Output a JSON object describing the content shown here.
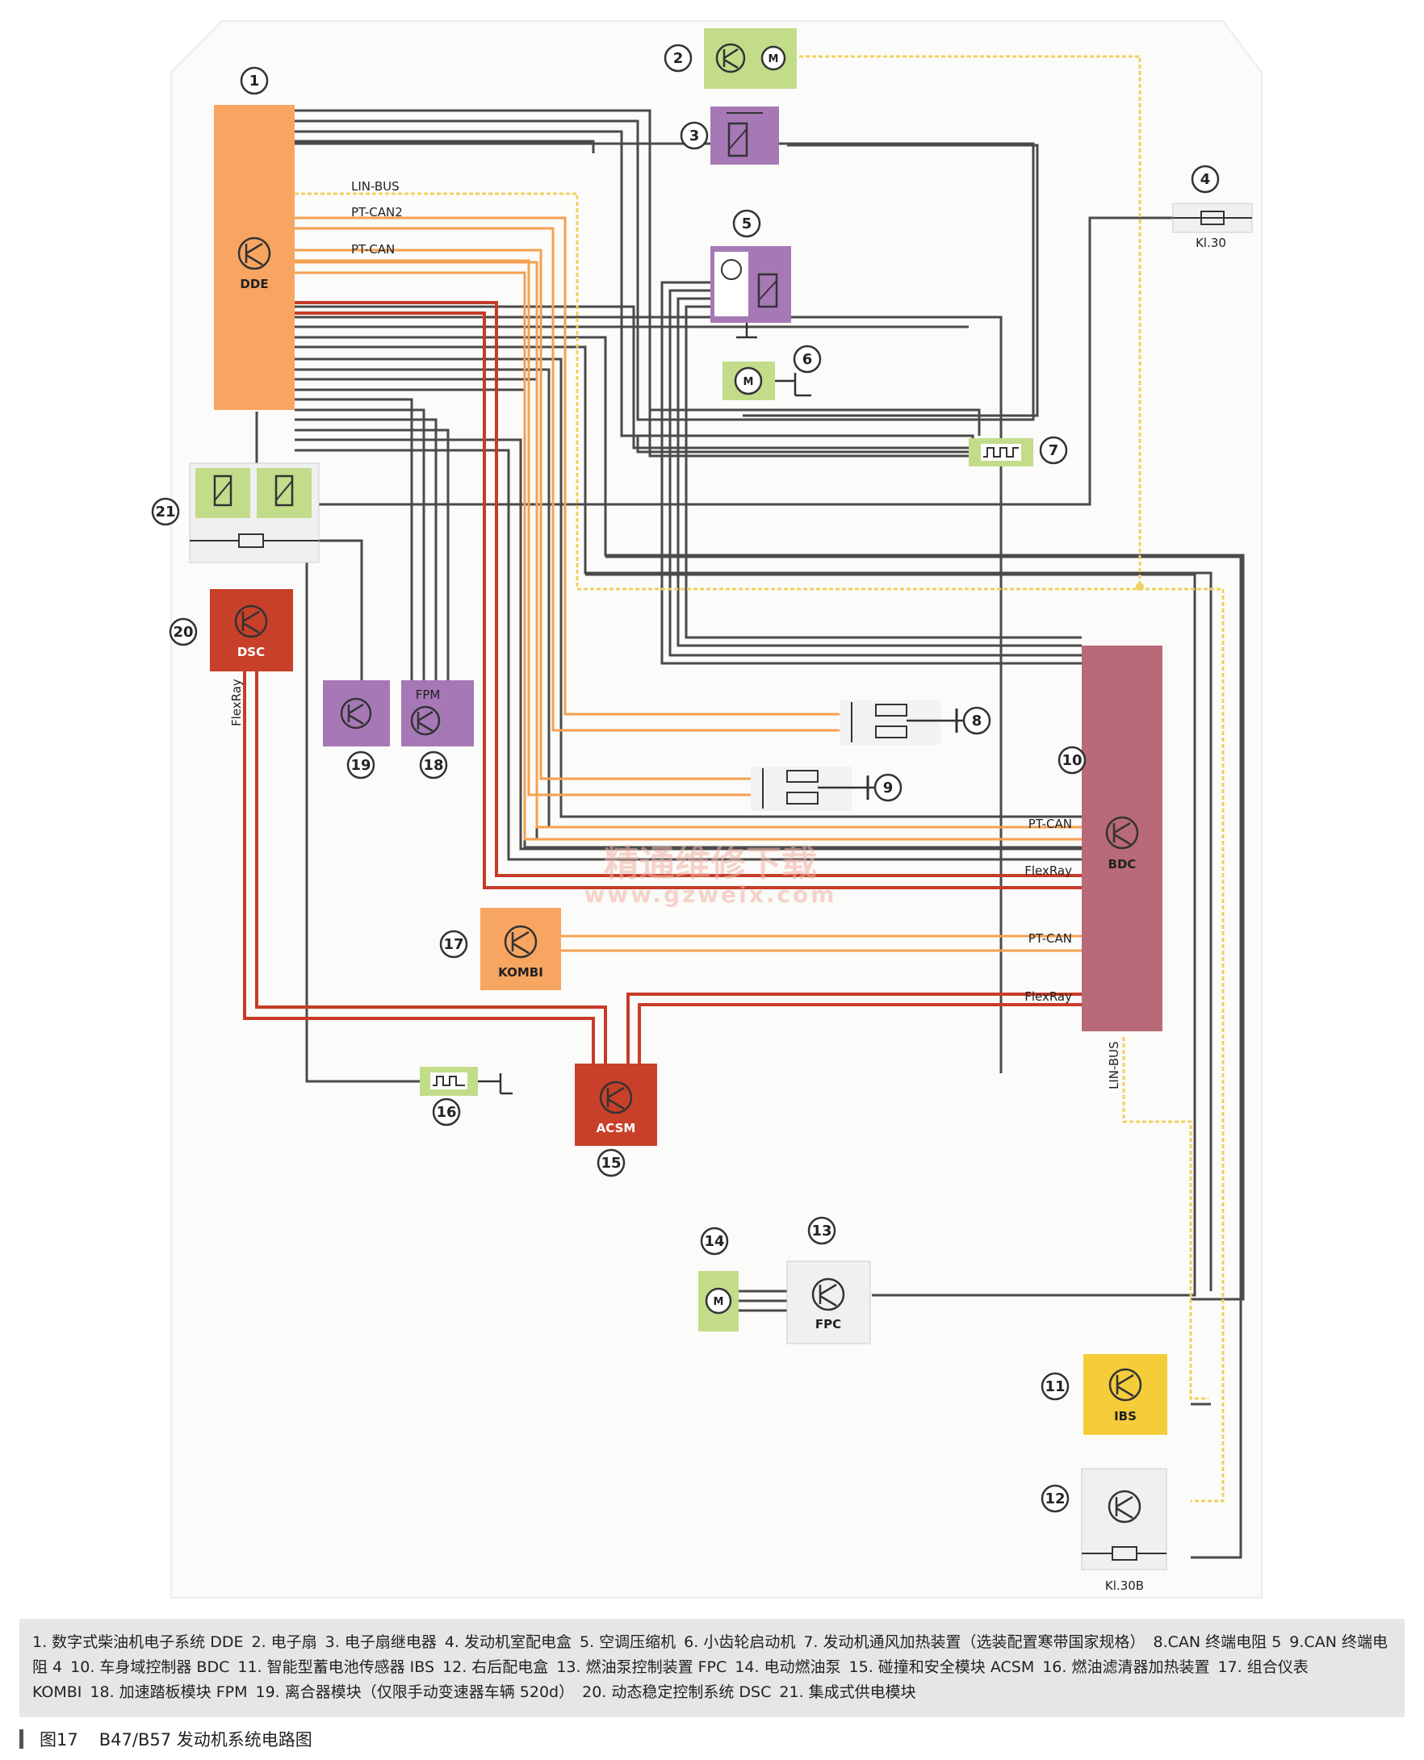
{
  "modules": {
    "dde": "DDE",
    "dsc": "DSC",
    "fpm": "FPM",
    "bdc": "BDC",
    "kombi": "KOMBI",
    "acsm": "ACSM",
    "fpc": "FPC",
    "ibs": "IBS"
  },
  "bus_labels": {
    "lin_bus_dde": "LIN-BUS",
    "pt_can2": "PT-CAN2",
    "pt_can_dde": "PT-CAN",
    "flexray_dsc": "FlexRay",
    "pt_can_bdc_1": "PT-CAN",
    "flexray_bdc_1": "FlexRay",
    "pt_can_bdc_2": "PT-CAN",
    "flexray_bdc_2": "FlexRay",
    "lin_bus_bdc": "LIN-BUS"
  },
  "terminals": {
    "kl30": "Kl.30",
    "kl30b": "Kl.30B"
  },
  "watermark": {
    "line1": "精通维修下载",
    "line2": "www.gzweix.com"
  },
  "numbers": [
    "1",
    "2",
    "3",
    "4",
    "5",
    "6",
    "7",
    "8",
    "9",
    "10",
    "11",
    "12",
    "13",
    "14",
    "15",
    "16",
    "17",
    "18",
    "19",
    "20",
    "21"
  ],
  "legend": [
    "1. 数字式柴油机电子系统 DDE",
    "2. 电子扇",
    "3. 电子扇继电器",
    "4. 发动机室配电盒",
    "5. 空调压缩机",
    "6. 小齿轮启动机",
    "7. 发动机通风加热装置（选装配置寒带国家规格）",
    "8.CAN 终端电阻 5",
    "9.CAN 终端电阻 4",
    "10. 车身域控制器 BDC",
    "11. 智能型蓄电池传感器 IBS",
    "12. 右后配电盒",
    "13. 燃油泵控制装置 FPC",
    "14. 电动燃油泵",
    "15. 碰撞和安全模块 ACSM",
    "16. 燃油滤清器加热装置",
    "17. 组合仪表 KOMBI",
    "18. 加速踏板模块 FPM",
    "19. 离合器模块（仅限手动变速器车辆 520d）",
    "20. 动态稳定控制系统 DSC",
    "21. 集成式供电模块"
  ],
  "caption": {
    "figure": "图17",
    "title": "B47/B57 发动机系统电路图"
  },
  "colors": {
    "dde": "#f7a561",
    "dsc": "#c8402a",
    "acsm": "#c8402a",
    "bdc": "#b86a78",
    "kombi": "#f7a561",
    "ibs": "#f5cc3a",
    "purple": "#a678b6",
    "green": "#c2dc8a",
    "wire_dark": "#4a4a4a",
    "wire_orange": "#f5a050",
    "wire_red": "#c63c28",
    "wire_yellow": "#f0d060"
  }
}
